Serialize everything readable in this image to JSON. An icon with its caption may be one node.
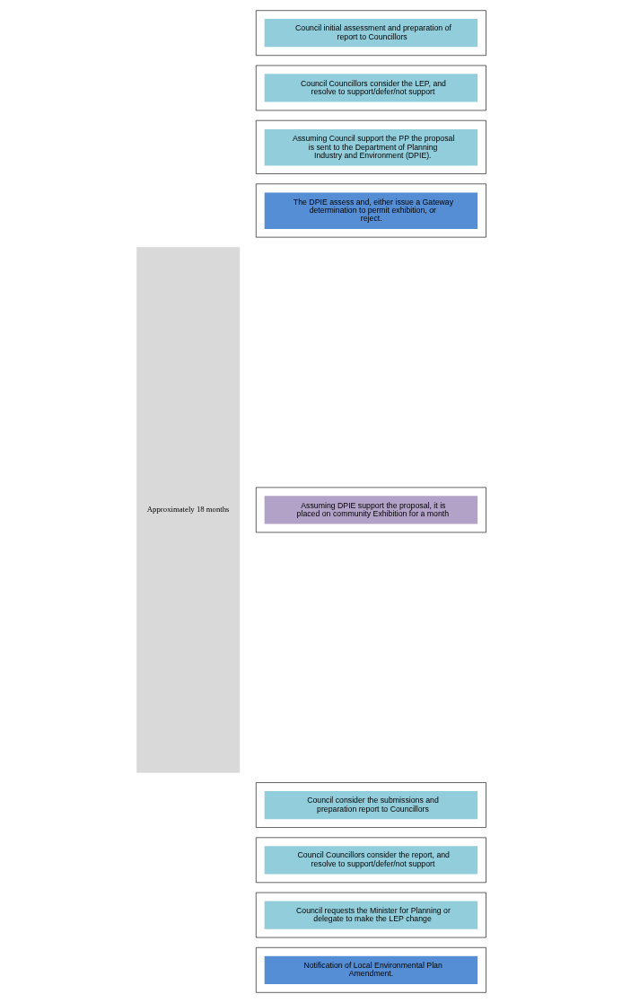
{
  "diagram": {
    "nodes": [
      {
        "text": [
          "Approximately 18 months"
        ]
      },
      {
        "text": [
          "Council initial assessment and preparation of report to Councillors"
        ]
      },
      {
        "text": [
          "Council Councillors consider the LEP, and resolve to support/defer/not support"
        ]
      },
      {
        "text": [
          "Assuming Council support the PP the proposal is sent to the Department of Planning Industry and Environment (DPIE)."
        ]
      },
      {
        "text": [
          "The DPIE assess and, either issue a Gateway determination to permit exhibition, or reject."
        ]
      },
      {
        "text": [
          "Assuming DPIE support the proposal, it is placed on community Exhibition for a month"
        ]
      },
      {
        "text": [
          "Council consider the submissions and preparation report to Councillors"
        ]
      },
      {
        "text": [
          "Council Councillors consider the report, and resolve to support/defer/not support"
        ]
      },
      {
        "text": [
          "Council requests the Minister for Planning or delegate to make the LEP change"
        ]
      },
      {
        "text": [
          "Notification of Local Environmental Plan Amendment."
        ]
      }
    ],
    "edges": []
  }
}
